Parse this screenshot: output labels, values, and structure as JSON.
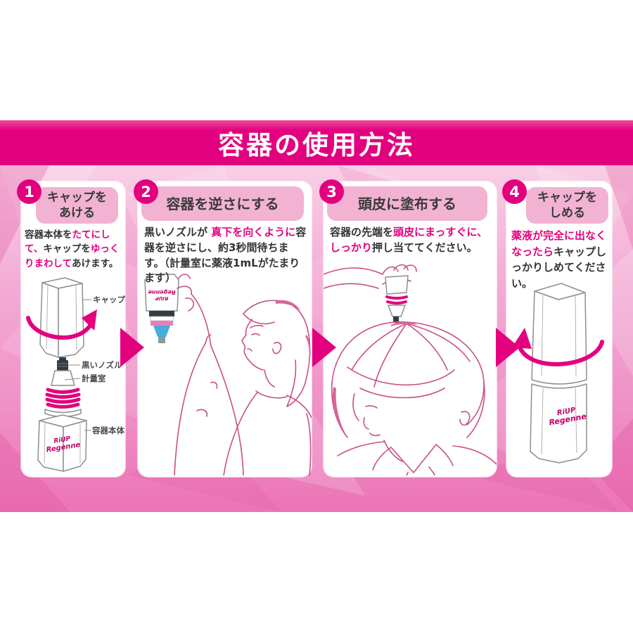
{
  "title_bar": {
    "title": "容器の使用方法"
  },
  "brand": {
    "name_line1": "RiUP",
    "name_line2": "Regenne"
  },
  "colors": {
    "magenta": "#e3007f",
    "pill_pink": "#f2b3d3",
    "line_art_pink": "#c94f86",
    "body_text": "#333333",
    "background_pink": "#f3abd4"
  },
  "steps": [
    {
      "number": "1",
      "title_lines": [
        "キャップを",
        "あける"
      ],
      "body": [
        {
          "text": "容器本体を",
          "em": false
        },
        {
          "text": "たてにして、",
          "em": true
        },
        {
          "text": "キャップを",
          "em": false
        },
        {
          "text": "ゆっくりまわして",
          "em": true
        },
        {
          "text": "あけます。",
          "em": false
        }
      ],
      "diagram_labels": {
        "cap": "キャップ",
        "nozzle": "黒いノズル",
        "chamber": "計量室",
        "body": "容器本体"
      }
    },
    {
      "number": "2",
      "title_lines": [
        "容器を逆さにする"
      ],
      "body": [
        {
          "text": "黒いノズルが ",
          "em": false
        },
        {
          "text": "真下を向くように",
          "em": true
        },
        {
          "text": "容器を逆さにし、約3秒間待ちます。",
          "em": false
        },
        {
          "text": "（計量室に薬液1mLがたまります）",
          "em": false
        }
      ]
    },
    {
      "number": "3",
      "title_lines": [
        "頭皮に塗布する"
      ],
      "body": [
        {
          "text": "容器の先端を",
          "em": false
        },
        {
          "text": "頭皮にまっすぐに、しっかり",
          "em": true
        },
        {
          "text": "押し当ててください。",
          "em": false
        }
      ]
    },
    {
      "number": "4",
      "title_lines": [
        "キャップを",
        "しめる"
      ],
      "body": [
        {
          "text": "薬液が完全に出なくなったら",
          "em": true
        },
        {
          "text": "キャップしっかりしめてください。",
          "em": false
        }
      ]
    }
  ]
}
